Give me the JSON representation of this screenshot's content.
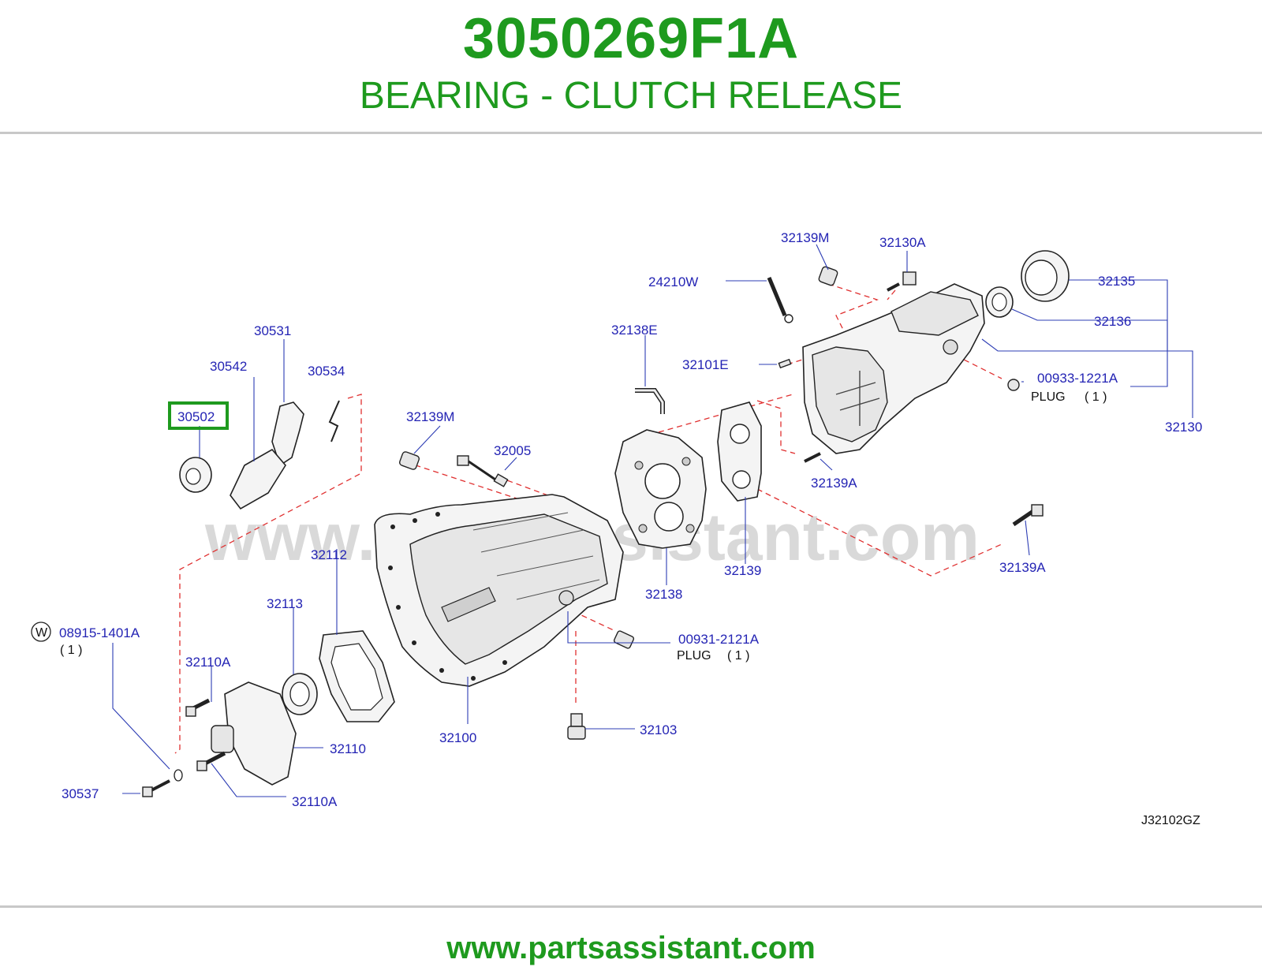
{
  "header": {
    "part_number": "3050269F1A",
    "description": "BEARING - CLUTCH RELEASE"
  },
  "diagram": {
    "watermark": "www.partsassistant.com",
    "figure_code": "J32102GZ",
    "highlighted_part": "30502",
    "highlight_color": "#1e9a1e",
    "label_color": "#2424b4",
    "leader_color": "#2c3cb4",
    "phantom_line_color": "#e03030",
    "labels": {
      "l_32139M_top": "32139M",
      "l_32130A": "32130A",
      "l_24210W": "24210W",
      "l_32135": "32135",
      "l_32136": "32136",
      "l_32138E": "32138E",
      "l_32101E": "32101E",
      "l_00933": "00933-1221A",
      "plug_a": "PLUG",
      "plug_a_qty": "( 1 )",
      "l_32130": "32130",
      "l_30531": "30531",
      "l_30542": "30542",
      "l_30534": "30534",
      "l_30502": "30502",
      "l_32139M_mid": "32139M",
      "l_32005": "32005",
      "l_32139A_a": "32139A",
      "l_32139A_b": "32139A",
      "l_32139": "32139",
      "l_32138": "32138",
      "l_32112": "32112",
      "l_32113": "32113",
      "l_08915": "08915-1401A",
      "w_mark": "W",
      "l_08915_qty": "( 1 )",
      "l_32110A_a": "32110A",
      "l_32110": "32110",
      "l_32110A_b": "32110A",
      "l_30537": "30537",
      "l_32100": "32100",
      "l_00931": "00931-2121A",
      "plug_b": "PLUG",
      "plug_b_qty": "( 1 )",
      "l_32103": "32103"
    }
  },
  "footer": {
    "url": "www.partsassistant.com"
  }
}
